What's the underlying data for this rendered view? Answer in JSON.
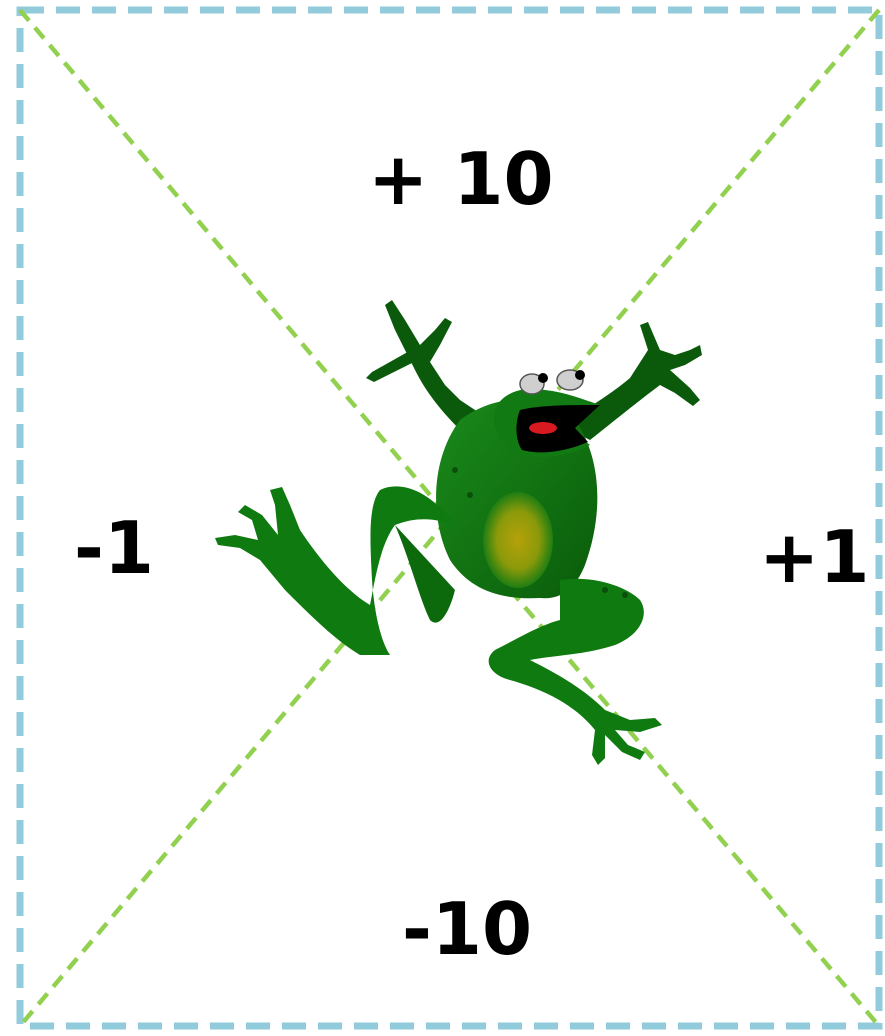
{
  "labels": {
    "top": "+ 10",
    "left": "-1",
    "right": "+1",
    "bottom": "-10"
  },
  "illustration": {
    "subject": "frog-icon"
  },
  "colors": {
    "border": "#92cbdc",
    "diagonals": "#92d050",
    "frog_body": "#0f7a0f",
    "frog_dark": "#0b4f0b",
    "frog_belly": "#a8a30a",
    "text": "#000000"
  }
}
